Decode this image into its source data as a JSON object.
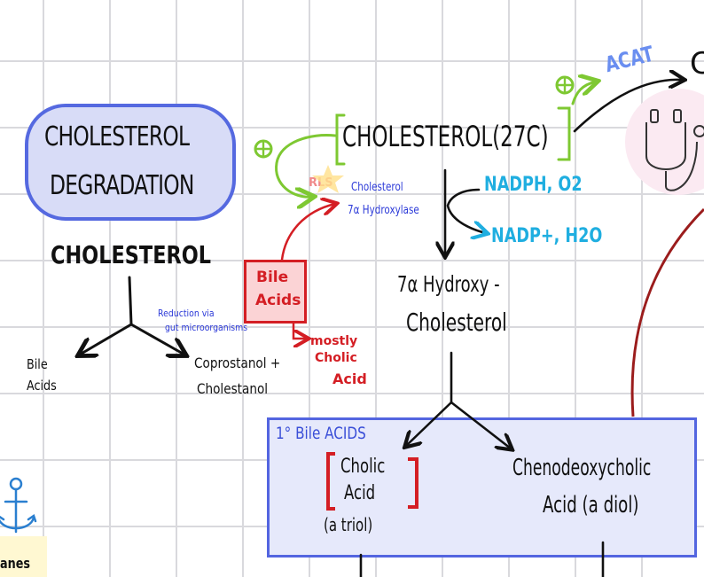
{
  "title": {
    "line1": "CHOLESTEROL",
    "line2": "DEGRADATION"
  },
  "left_tree": {
    "root": "CHOLESTEROL",
    "note_line1": "Reduction via",
    "note_line2": "gut microorganisms",
    "left_product_line1": "Bile",
    "left_product_line2": "Acids",
    "right_product_line1": "Coprostanol +",
    "right_product_line2": "Cholestanol"
  },
  "main_pathway": {
    "cholesterol_label": "CHOLESTEROL(27C)",
    "acat_label": "ACAT",
    "plus_symbol": "+",
    "top_right_fragment": "C",
    "rls_label": "RLS",
    "enzyme_line1": "Cholesterol",
    "enzyme_line2": "7α Hydroxylase",
    "cofactor_in": "NADPH, O2",
    "cofactor_out": "NADP+, H2O",
    "product_line1": "7α Hydroxy -",
    "product_line2": "Cholesterol"
  },
  "feedback": {
    "box_line1": "Bile",
    "box_line2": "Acids",
    "note_line1": "mostly",
    "note_line2": "Cholic",
    "note_line3": "Acid"
  },
  "primary_bile_acids": {
    "heading": "1° Bile ACIDS",
    "cholic_line1": "Cholic",
    "cholic_line2": "Acid",
    "cholic_line3": "(a triol)",
    "cdca_line1": "Chenodeoxycholic",
    "cdca_line2": "Acid (a diol)"
  },
  "corner_note": {
    "text": "anes"
  },
  "colors": {
    "blue_outline": "#5569e0",
    "cloud_fill": "#d8dcf7",
    "red": "#d41e24",
    "green": "#7ec832",
    "cyan": "#1faee0",
    "acat_blue": "#6a8ef0",
    "dark_red_arrow": "#9b1c1c"
  },
  "icons": [
    "anchor-icon",
    "stethoscope-icon"
  ]
}
